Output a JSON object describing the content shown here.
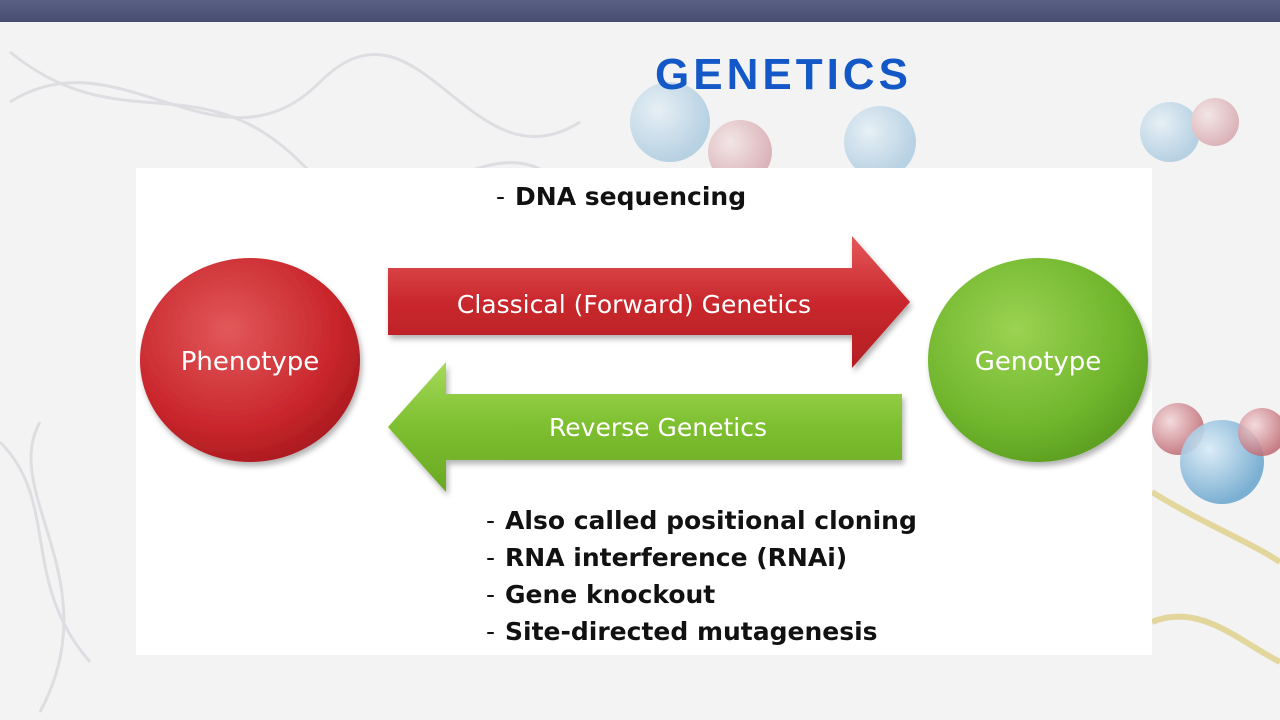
{
  "slide": {
    "title": "GENETICS",
    "top_note": "DNA sequencing",
    "phenotype_label": "Phenotype",
    "genotype_label": "Genotype",
    "forward_arrow_label": "Classical (Forward) Genetics",
    "reverse_arrow_label": "Reverse Genetics",
    "bullets": [
      "Also called positional cloning",
      "RNA interference (RNAi)",
      "Gene knockout",
      "Site-directed mutagenesis"
    ],
    "dash": "-"
  },
  "colors": {
    "title": "#1358c6",
    "red_node": "#c8262b",
    "green_node": "#6fb52c",
    "forward_arrow": "#c9282d",
    "reverse_arrow": "#7dbf2f"
  }
}
